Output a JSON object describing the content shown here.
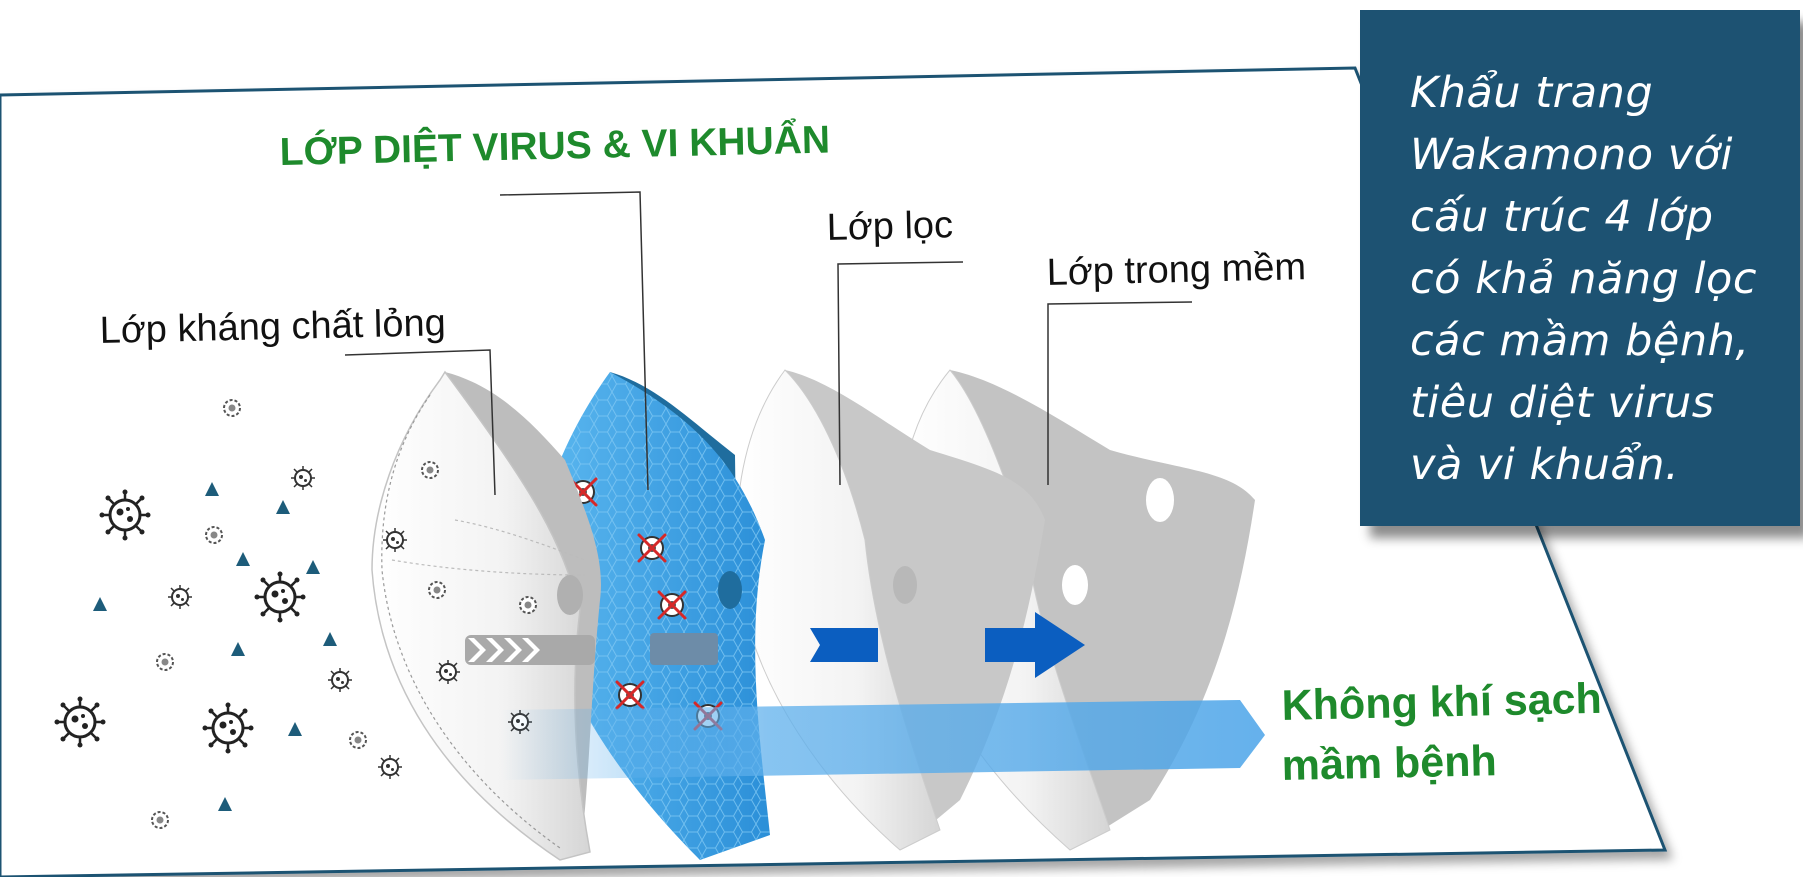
{
  "labels": {
    "kill_layer": "LỚP DIỆT VIRUS & VI KHUẨN",
    "liquid_layer": "Lớp kháng chất lỏng",
    "filter_layer": "Lớp lọc",
    "inner_layer": "Lớp trong mềm",
    "clean_air_line1": "Không khí sạch",
    "clean_air_line2": "mầm bệnh"
  },
  "info": {
    "lines": [
      "Khẩu trang",
      "Wakamono với",
      "cấu trúc 4 lớp",
      "có khả năng lọc",
      "các mầm bệnh,",
      "tiêu diệt virus",
      "và vi khuẩn."
    ]
  },
  "colors": {
    "green_label": "#1e8a2c",
    "info_box": "#1d5272",
    "frame_border": "#1d5272",
    "blue_layer": "#3aa3e6",
    "arrow_blue": "#0b5ec0"
  }
}
